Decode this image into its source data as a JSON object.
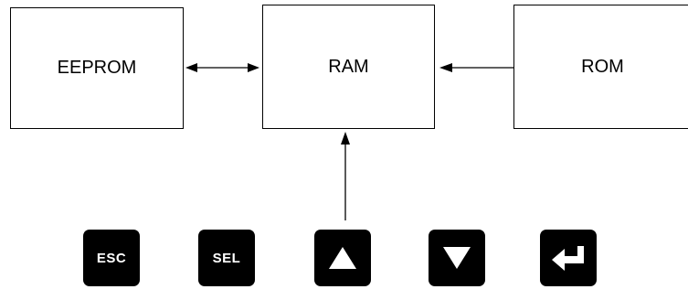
{
  "diagram": {
    "blocks": {
      "eeprom": {
        "label": "EEPROM"
      },
      "ram": {
        "label": "RAM"
      },
      "rom": {
        "label": "ROM"
      }
    },
    "connections": [
      {
        "from": "eeprom",
        "to": "ram",
        "direction": "bidirectional"
      },
      {
        "from": "rom",
        "to": "ram",
        "direction": "one-way"
      },
      {
        "from": "keypad",
        "to": "ram",
        "direction": "one-way"
      }
    ]
  },
  "keypad": {
    "keys": [
      {
        "id": "esc",
        "label": "ESC",
        "icon": ""
      },
      {
        "id": "sel",
        "label": "SEL",
        "icon": ""
      },
      {
        "id": "up",
        "label": "",
        "icon": "triangle-up-icon"
      },
      {
        "id": "down",
        "label": "",
        "icon": "triangle-down-icon"
      },
      {
        "id": "enter",
        "label": "",
        "icon": "enter-arrow-icon"
      }
    ]
  },
  "colors": {
    "line": "#000000",
    "key_background": "#000000",
    "key_foreground": "#ffffff"
  }
}
